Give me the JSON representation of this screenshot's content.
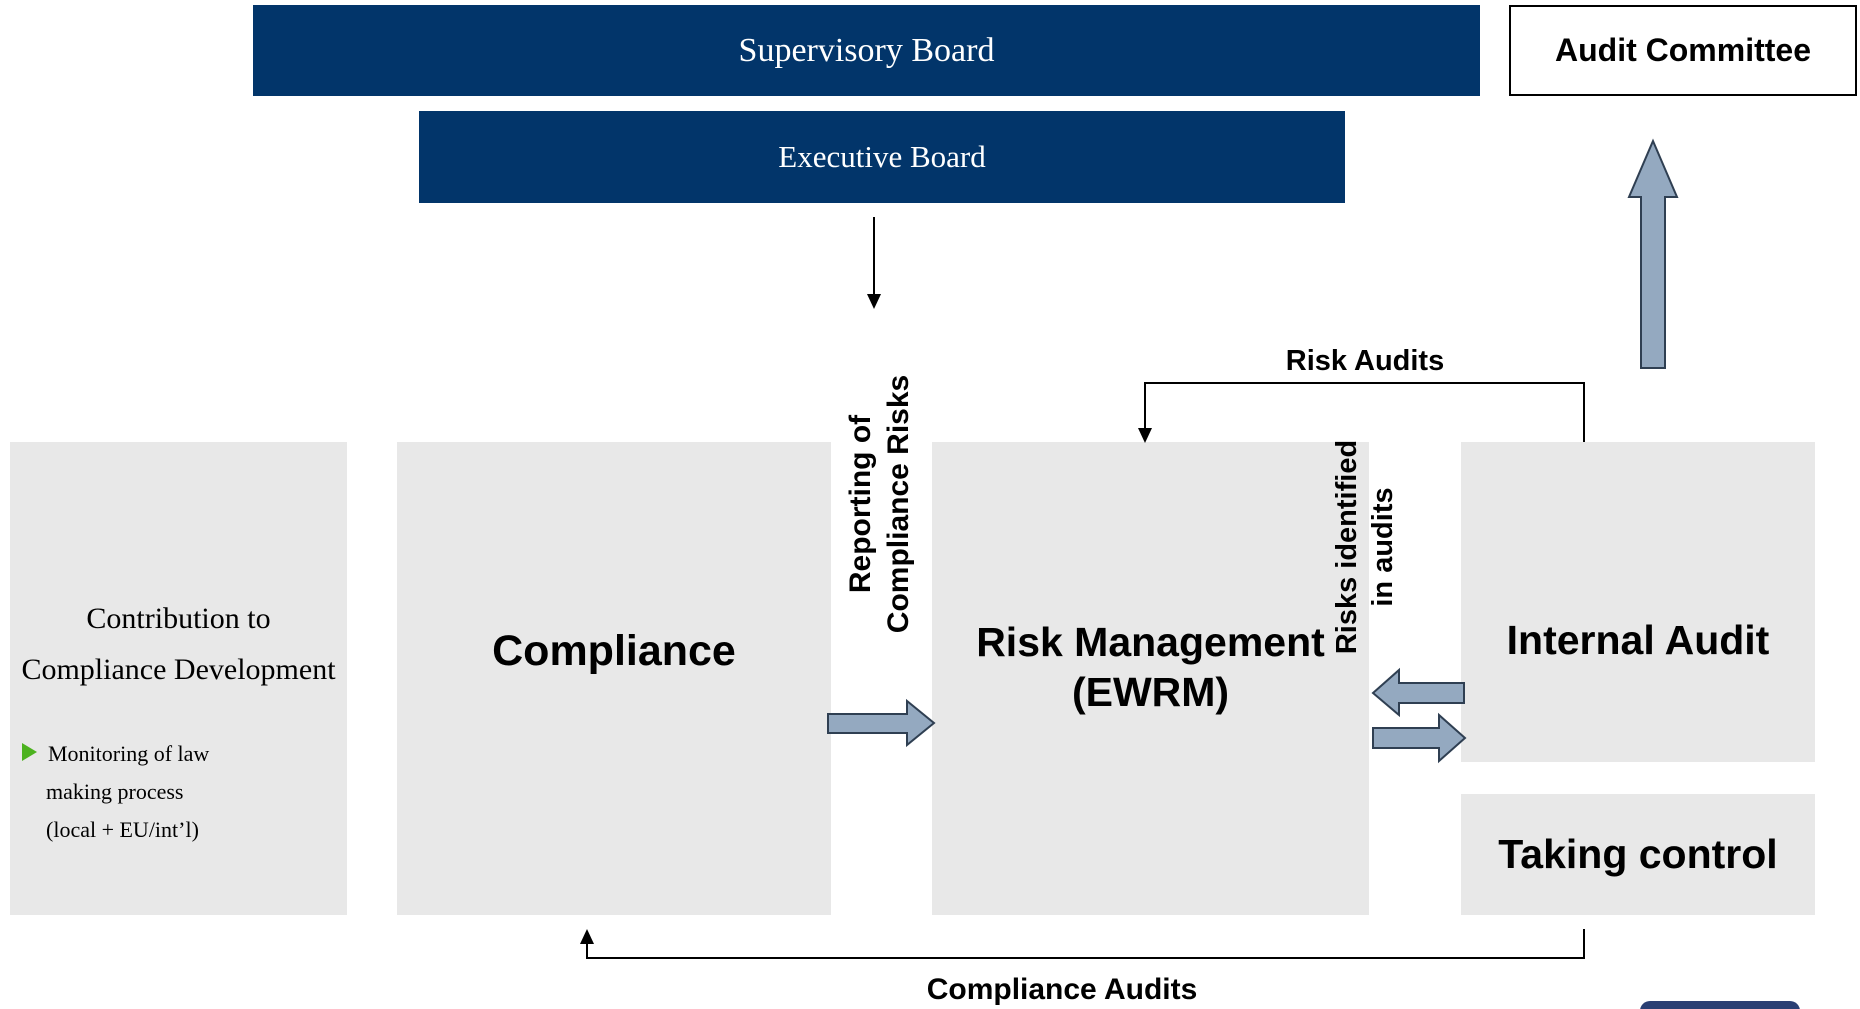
{
  "diagram": {
    "supervisory_board": "Supervisory Board",
    "executive_board": "Executive Board",
    "audit_committee": "Audit Committee",
    "contribution": {
      "title_line1": "Contribution to",
      "title_line2": "Compliance Development",
      "bullet_line1": "Monitoring of law",
      "bullet_line2": "making process",
      "bullet_line3": "(local + EU/int’l)"
    },
    "compliance": "Compliance",
    "risk_management_line1": "Risk Management",
    "risk_management_line2": "(EWRM)",
    "internal_audit": "Internal Audit",
    "taking_control": "Taking control",
    "reporting_line1": "Reporting of",
    "reporting_line2": "Compliance Risks",
    "risks_identified_line1": "Risks identified",
    "risks_identified_line2": "in audits",
    "risk_audits": "Risk Audits",
    "compliance_audits": "Compliance Audits"
  },
  "colors": {
    "navy": "#02356a",
    "grey_box": "#e8e8e8",
    "arrow_fill": "#94a9c0",
    "bullet_green": "#4cb21f"
  }
}
